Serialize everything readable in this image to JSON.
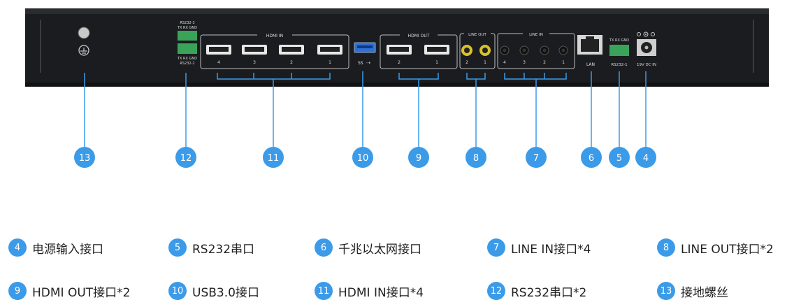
{
  "panel": {
    "labels": {
      "rs232_3_top": "RS232-3",
      "tx_rx_gnd_top": "TX RX GND",
      "tx_rx_gnd_bottom": "TX RX GND",
      "rs232_2": "RS232-2",
      "hdmi_in": "HDMI IN",
      "hdmi_out": "HDMI OUT",
      "line_out": "LINE OUT",
      "line_in": "LINE IN",
      "usb_ss": "SS",
      "lan": "LAN",
      "tx_rx_gnd_right": "TX RX GND",
      "rs232_1": "RS232-1",
      "power": "19V DC IN"
    },
    "hdmi_in_ports": [
      "4",
      "3",
      "2",
      "1"
    ],
    "hdmi_out_ports": [
      "2",
      "1"
    ],
    "line_out_ports": [
      "2",
      "1"
    ],
    "line_in_ports": [
      "4",
      "3",
      "2",
      "1"
    ]
  },
  "callouts": [
    "13",
    "12",
    "11",
    "10",
    "9",
    "8",
    "7",
    "6",
    "5",
    "4"
  ],
  "legend": [
    {
      "num": "4",
      "text": "电源输入接口"
    },
    {
      "num": "5",
      "text": "RS232串口"
    },
    {
      "num": "6",
      "text": "千兆以太网接口"
    },
    {
      "num": "7",
      "text": "LINE IN接口*4"
    },
    {
      "num": "8",
      "text": "LINE OUT接口*2"
    },
    {
      "num": "9",
      "text": "HDMI OUT接口*2"
    },
    {
      "num": "10",
      "text": "USB3.0接口"
    },
    {
      "num": "11",
      "text": "HDMI IN接口*4"
    },
    {
      "num": "12",
      "text": "RS232串口*2"
    },
    {
      "num": "13",
      "text": "接地螺丝"
    }
  ],
  "colors": {
    "accent": "#3b9be8",
    "chassis": "#1b1c1f",
    "usb": "#2f6fd6",
    "terminal": "#3aa35a"
  }
}
